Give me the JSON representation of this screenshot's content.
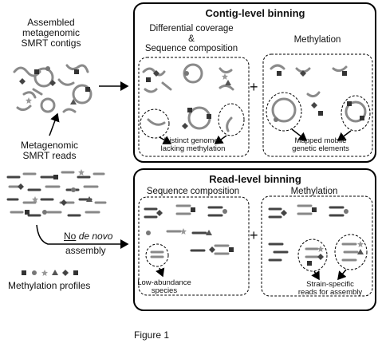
{
  "left": {
    "assembled_label": [
      "Assembled",
      "metagenomic",
      "SMRT contigs"
    ],
    "reads_label": [
      "Metagenomic",
      "SMRT reads"
    ],
    "no_assembly": {
      "no": "No",
      "de_novo": "de novo",
      "assembly": "assembly"
    },
    "methylation_profiles": "Methylation profiles"
  },
  "contig_panel": {
    "title": "Contig-level binning",
    "left_heading": [
      "Differential coverage",
      "&",
      "Sequence composition"
    ],
    "right_heading": "Methylation",
    "left_caption": [
      "Distinct genomes",
      "lacking methylation"
    ],
    "right_caption": [
      "Mapped mobile",
      "genetic elements"
    ],
    "plus": "+"
  },
  "read_panel": {
    "title": "Read-level binning",
    "left_heading": "Sequence composition",
    "right_heading": "Methylation",
    "left_caption": [
      "Low-abundance",
      "species"
    ],
    "right_caption": [
      "Strain-specific",
      "reads for assembly"
    ],
    "plus": "+"
  },
  "figure_caption": "Figure 1",
  "colors": {
    "dark": "#222222",
    "mid": "#777777",
    "light": "#b5b5b5",
    "line": "#000000"
  }
}
